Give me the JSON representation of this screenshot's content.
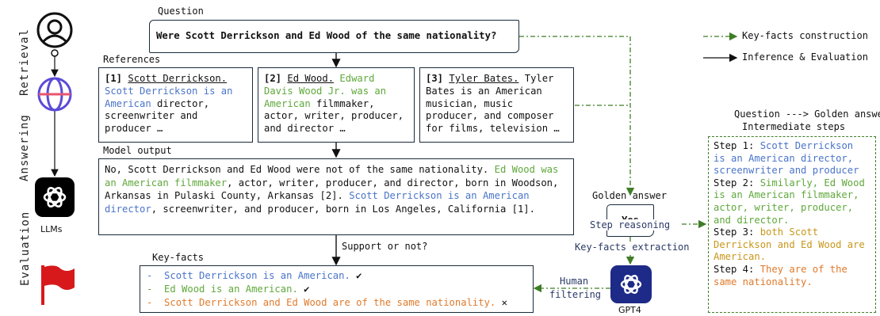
{
  "stages": [
    "Retrieval",
    "Answering",
    "Evaluation"
  ],
  "llms_label": "LLMs",
  "gpt4_label": "GPT4",
  "question": {
    "heading": "Question",
    "text": "Were Scott Derrickson and Ed Wood of the same nationality?"
  },
  "references": {
    "heading": "References",
    "items": [
      {
        "num": "[1]",
        "title": "Scott Derrickson.",
        "colored": "Scott Derrickson is an American",
        "rest": " director, screenwriter and producer …"
      },
      {
        "num": "[2]",
        "title": "Ed Wood.",
        "colored": " Edward Davis Wood Jr. was an American",
        "rest": " filmmaker, actor, writer, producer, and director …"
      },
      {
        "num": "[3]",
        "title": "Tyler Bates.",
        "colored": "",
        "rest": " Tyler Bates is an American musician, music producer, and composer for films, television …"
      }
    ]
  },
  "model_output": {
    "heading": "Model output",
    "p1": "No, Scott Derrickson and Ed Wood were not of the same nationality. ",
    "p2": "Ed Wood was an American filmmaker",
    "p3": ", actor, writer, producer, and director, born in Woodson, Arkansas in Pulaski County, Arkansas [2]. ",
    "p4": "Scott Derrickson is an American director",
    "p5": ", screenwriter, and producer, born in Los Angeles, California [1]."
  },
  "support_label": "Support or not?",
  "key_facts": {
    "heading": "Key-facts",
    "items": [
      {
        "text": "Scott Derrickson is an American.",
        "mark": "✔"
      },
      {
        "text": "Ed Wood is an American.",
        "mark": "✔"
      },
      {
        "text": "Scott Derrickson and Ed Wood are of the same nationality.",
        "mark": "✕"
      }
    ]
  },
  "golden_answer": {
    "heading": "Golden answer",
    "value": "Yes"
  },
  "labels": {
    "step_reasoning": "Step reasoning",
    "key_facts_extraction": "Key-facts extraction",
    "human_filtering_1": "Human",
    "human_filtering_2": "filtering"
  },
  "legend": {
    "dashed": "Key-facts construction",
    "solid": "Inference & Evaluation"
  },
  "steps_panel": {
    "title1": "Question ---> Golden answer",
    "title2": "Intermediate steps",
    "steps": [
      {
        "label": "Step 1:",
        "text": "Scott Derrickson is an American director, screenwriter and producer"
      },
      {
        "label": "Step 2:",
        "text": "Similarly, Ed Wood is an American filmmaker, actor, writer, producer, and director."
      },
      {
        "label": "Step 3:",
        "text": "both Scott Derrickson and Ed Wood are American."
      },
      {
        "label": "Step 4:",
        "text": "They are of the same nationality."
      }
    ]
  },
  "colors": {
    "blue": "#4a74c9",
    "green": "#5fa83b",
    "orange": "#e07a2b",
    "gold": "#c8961a",
    "navy": "#1a2b3c",
    "flag": "#d7191c"
  }
}
